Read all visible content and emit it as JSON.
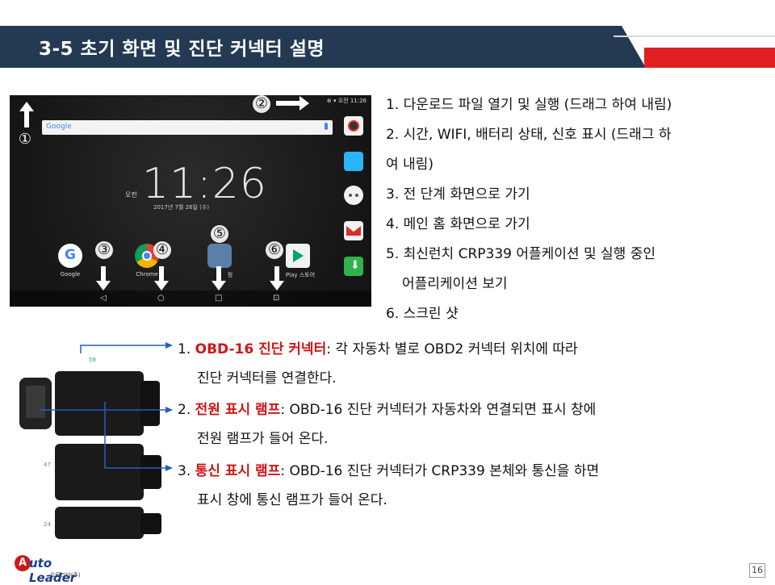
{
  "header": {
    "title": "3-5 초기 화면 및 진단 커넥터 설명"
  },
  "phone": {
    "status": "⊕ ▾ 오전 11:26",
    "search_brand": "Google",
    "ampm": "오전",
    "time": "11:26",
    "date": "2017년 7월 26일 (수)",
    "apps": [
      "Google",
      "Chrome",
      "정",
      "Play 스토어"
    ],
    "markers": [
      "①",
      "②",
      "③",
      "④",
      "⑤",
      "⑥"
    ]
  },
  "list": [
    "1. 다운로드 파일 열기 및 실행 (드래그 하여 내림)",
    "2. 시간, WIFI, 배터리 상태, 신호 표시 (드래그 하",
    "여 내림)",
    "3. 전 단계 화면으로 가기",
    "4. 메인 홈 화면으로 가기",
    "5. 최신런치 CRP339 어플케이션 및 실행 중인",
    "어플리케이션 보기",
    "6. 스크린 샷"
  ],
  "connector": {
    "dims": [
      "58",
      "47",
      "24"
    ],
    "items": [
      {
        "num": "1. ",
        "name": "OBD-16 진단 커넥터",
        "text": ": 각 자동차 별로 OBD2 커넥터 위치에 따라",
        "cont": "진단 커넥터를 연결한다."
      },
      {
        "num": "2. ",
        "name": "전원 표시 램프",
        "text": ": OBD-16 진단 커넥터가 자동차와 연결되면 표시 창에",
        "cont": "전원 램프가 들어 온다."
      },
      {
        "num": "3. ",
        "name": "통신 표시 램프",
        "text": ": OBD-16 진단 커넥터가 CRP339 본체와 통신을 하면",
        "cont": "표시 창에 통신 램프가 들어 온다."
      }
    ]
  },
  "footer": {
    "logo_mark": "A",
    "logo_text": "uto Leader",
    "logo_sub": "오토리더(주)",
    "page": "16"
  },
  "colors": {
    "header_bg": "#233a52",
    "accent_red": "#e02020",
    "highlight": "#d01616",
    "arrow_blue": "#2060c0"
  }
}
